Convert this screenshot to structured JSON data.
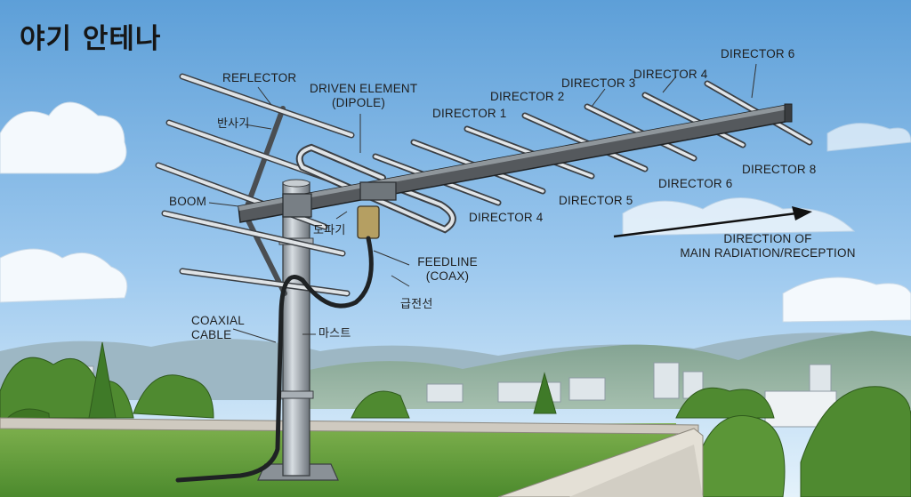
{
  "title": "야기 안테나",
  "labels": {
    "reflector": "REFLECTOR",
    "reflector_ko": "반사기",
    "driven_element": "DRIVEN ELEMENT",
    "driven_element_sub": "(DIPOLE)",
    "boom": "BOOM",
    "boom_ko": "도파기",
    "feedline": "FEEDLINE",
    "feedline_sub": "(COAX)",
    "feedline_ko": "급전선",
    "coaxial_cable_1": "COAXIAL",
    "coaxial_cable_2": "CABLE",
    "mast_ko": "마스트",
    "director_1": "DIRECTOR 1",
    "director_2": "DIRECTOR 2",
    "director_3": "DIRECTOR 3",
    "director_4_top": "DIRECTOR 4",
    "director_6_top": "DIRECTOR 6",
    "director_4_bottom": "DIRECTOR 4",
    "director_5": "DIRECTOR 5",
    "director_6_bottom": "DIRECTOR 6",
    "director_8": "DIRECTOR 8",
    "direction_1": "DIRECTION OF",
    "direction_2": "MAIN RADIATION/RECEPTION"
  },
  "colors": {
    "sky_top": "#6aa6dc",
    "sky_bottom": "#dcefff",
    "metal": "#9aa3ab",
    "boom": "#4a4e52",
    "grass": "#5f9a3a",
    "roof": "#dcd8cc"
  }
}
